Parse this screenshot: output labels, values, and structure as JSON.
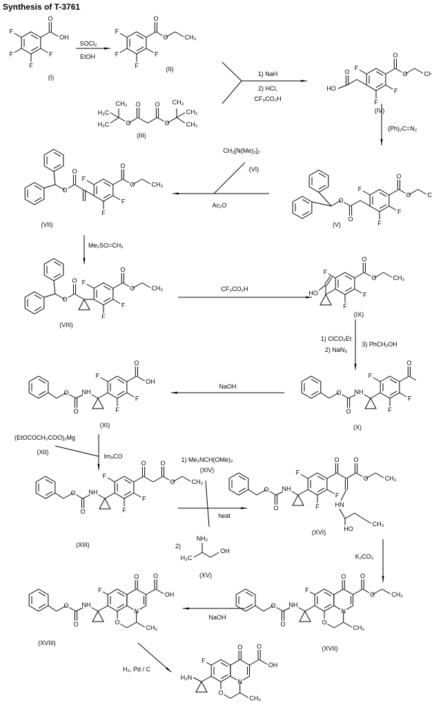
{
  "title": "Synthesis of T-3761",
  "atoms": {
    "F": "F",
    "O": "O",
    "OH": "OH",
    "HO": "HO",
    "CH3": "CH₃",
    "H3C": "H₃C",
    "NH": "NH",
    "HN": "HN",
    "N": "N",
    "NH2": "NH₂",
    "H2N": "H₂N"
  },
  "compounds": {
    "I": "(I)",
    "II": "(II)",
    "III": "(III)",
    "IV": "(IV)",
    "V": "(V)",
    "VII": "(VII)",
    "VIII": "(VIII)",
    "IX": "(IX)",
    "X": "(X)",
    "XI": "(XI)",
    "XIII": "(XIII)",
    "XVI": "(XVI)",
    "XVII": "(XVII)",
    "XVIII": "(XVIII)"
  },
  "reagents": {
    "s1a": "SOCl₂",
    "s1b": "EtOH",
    "s2a": "1) NaH",
    "s2b": "2) HCl,",
    "s2c": "CF₃CO₂H",
    "s3": "(Ph)₂C=N₂",
    "s4a": "CH₂[N(Me)₂]₂",
    "s4b": "(VI)",
    "s4c": "Ac₂O",
    "s5": "Me₂SO=CH₂",
    "s6": "CF₃CO₂H",
    "s7a": "1) ClCO₂Et",
    "s7b": "2) NaN₃",
    "s7c": "3) PhCH₂OH",
    "s8": "NaOH",
    "s9a": "(EtOCOCH₂COO)₂Mg",
    "s9b": "(XII)",
    "s9c": "Im₂CO",
    "s10a": "1) Me₂NCH(OMe)₂",
    "s10b": "(XIV)",
    "s10c": "heat",
    "s10d": "2)",
    "s10e": "(XV)",
    "s11": "K₂CO₃",
    "s12": "NaOH",
    "s13": "H₂, Pd / C"
  }
}
